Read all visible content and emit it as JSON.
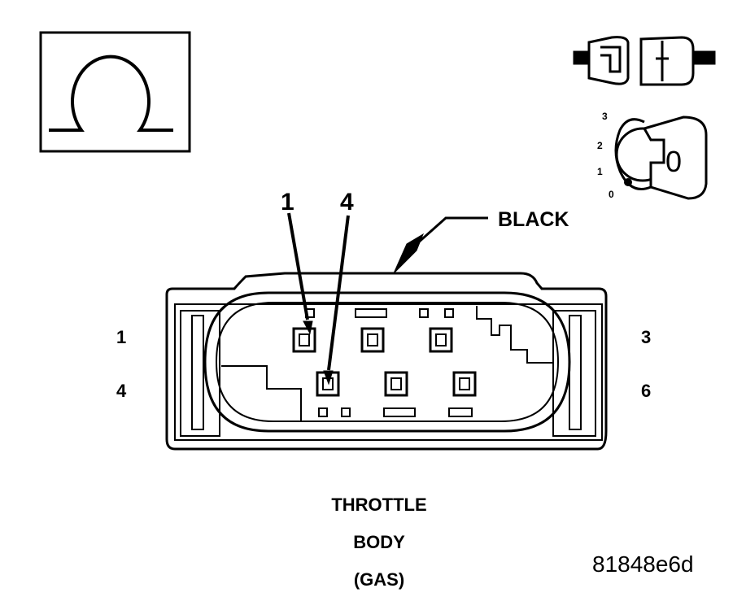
{
  "meter_icon": {
    "symbol": "Ω",
    "name": "ohmmeter-icon"
  },
  "connector_icon": {
    "name": "disconnected-connector-icon"
  },
  "ignition_icon": {
    "name": "ignition-key-icon",
    "key_position": "0",
    "dial_positions": [
      "3",
      "2",
      "1",
      "0"
    ]
  },
  "callouts": {
    "cavity_a": "1",
    "cavity_b": "4",
    "color": "BLACK"
  },
  "pin_labels": {
    "top_left": "1",
    "bottom_left": "4",
    "top_right": "3",
    "bottom_right": "6"
  },
  "caption": {
    "line1": "THROTTLE",
    "line2": "BODY",
    "line3": "(GAS)"
  },
  "figure_id": "81848e6d"
}
